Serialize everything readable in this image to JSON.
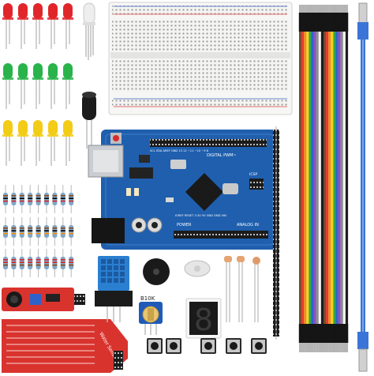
{
  "board": {
    "digital_label": "DIGITAL PWM~",
    "power_label": "POWER",
    "analog_label": "ANALOG IN",
    "icsp_label": "ICSP",
    "pin_labels_top": "SCL SDA AREF GND 13 12 ~11 ~10 ~9 8",
    "pin_labels_bottom": "IOREF RESET 3.3V 5V GND GND VIN"
  },
  "potentiometer": {
    "marking": "B10K"
  },
  "water_sensor": {
    "marking": "Water Sensor"
  },
  "seven_segment": {
    "digit": "8"
  },
  "colors": {
    "led_red": "#e0262b",
    "led_green": "#29b34a",
    "led_yellow": "#f2cc16",
    "board_blue": "#1f5fae",
    "sensor_red": "#d9332e",
    "dht_blue": "#2b7fd1",
    "usb_cable": "#3a74d6"
  }
}
